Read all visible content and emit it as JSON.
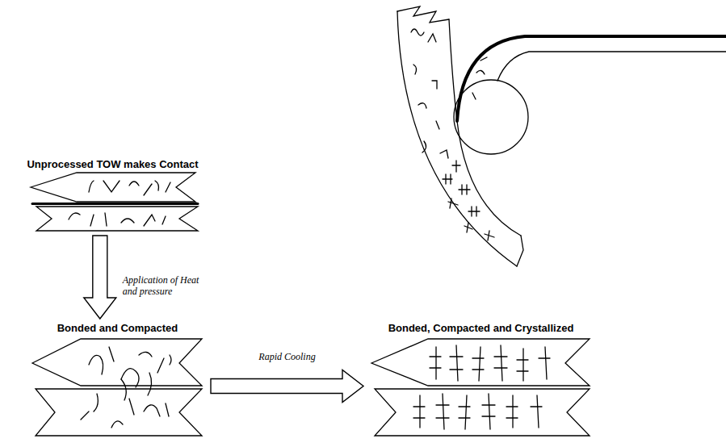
{
  "diagram": {
    "nodes": [
      {
        "text": [
          "Unprocessed TOW makes Contact"
        ]
      },
      {
        "text": [
          "Bonded and Compacted"
        ]
      },
      {
        "text": [
          "Bonded, Compacted and Crystallized"
        ]
      }
    ],
    "edges": [
      {
        "from": 0,
        "to": 1,
        "label": "Application of Heat and pressure",
        "arrow": "to"
      },
      {
        "from": 1,
        "to": 2,
        "label": "Rapid Cooling",
        "arrow": "to"
      }
    ]
  }
}
